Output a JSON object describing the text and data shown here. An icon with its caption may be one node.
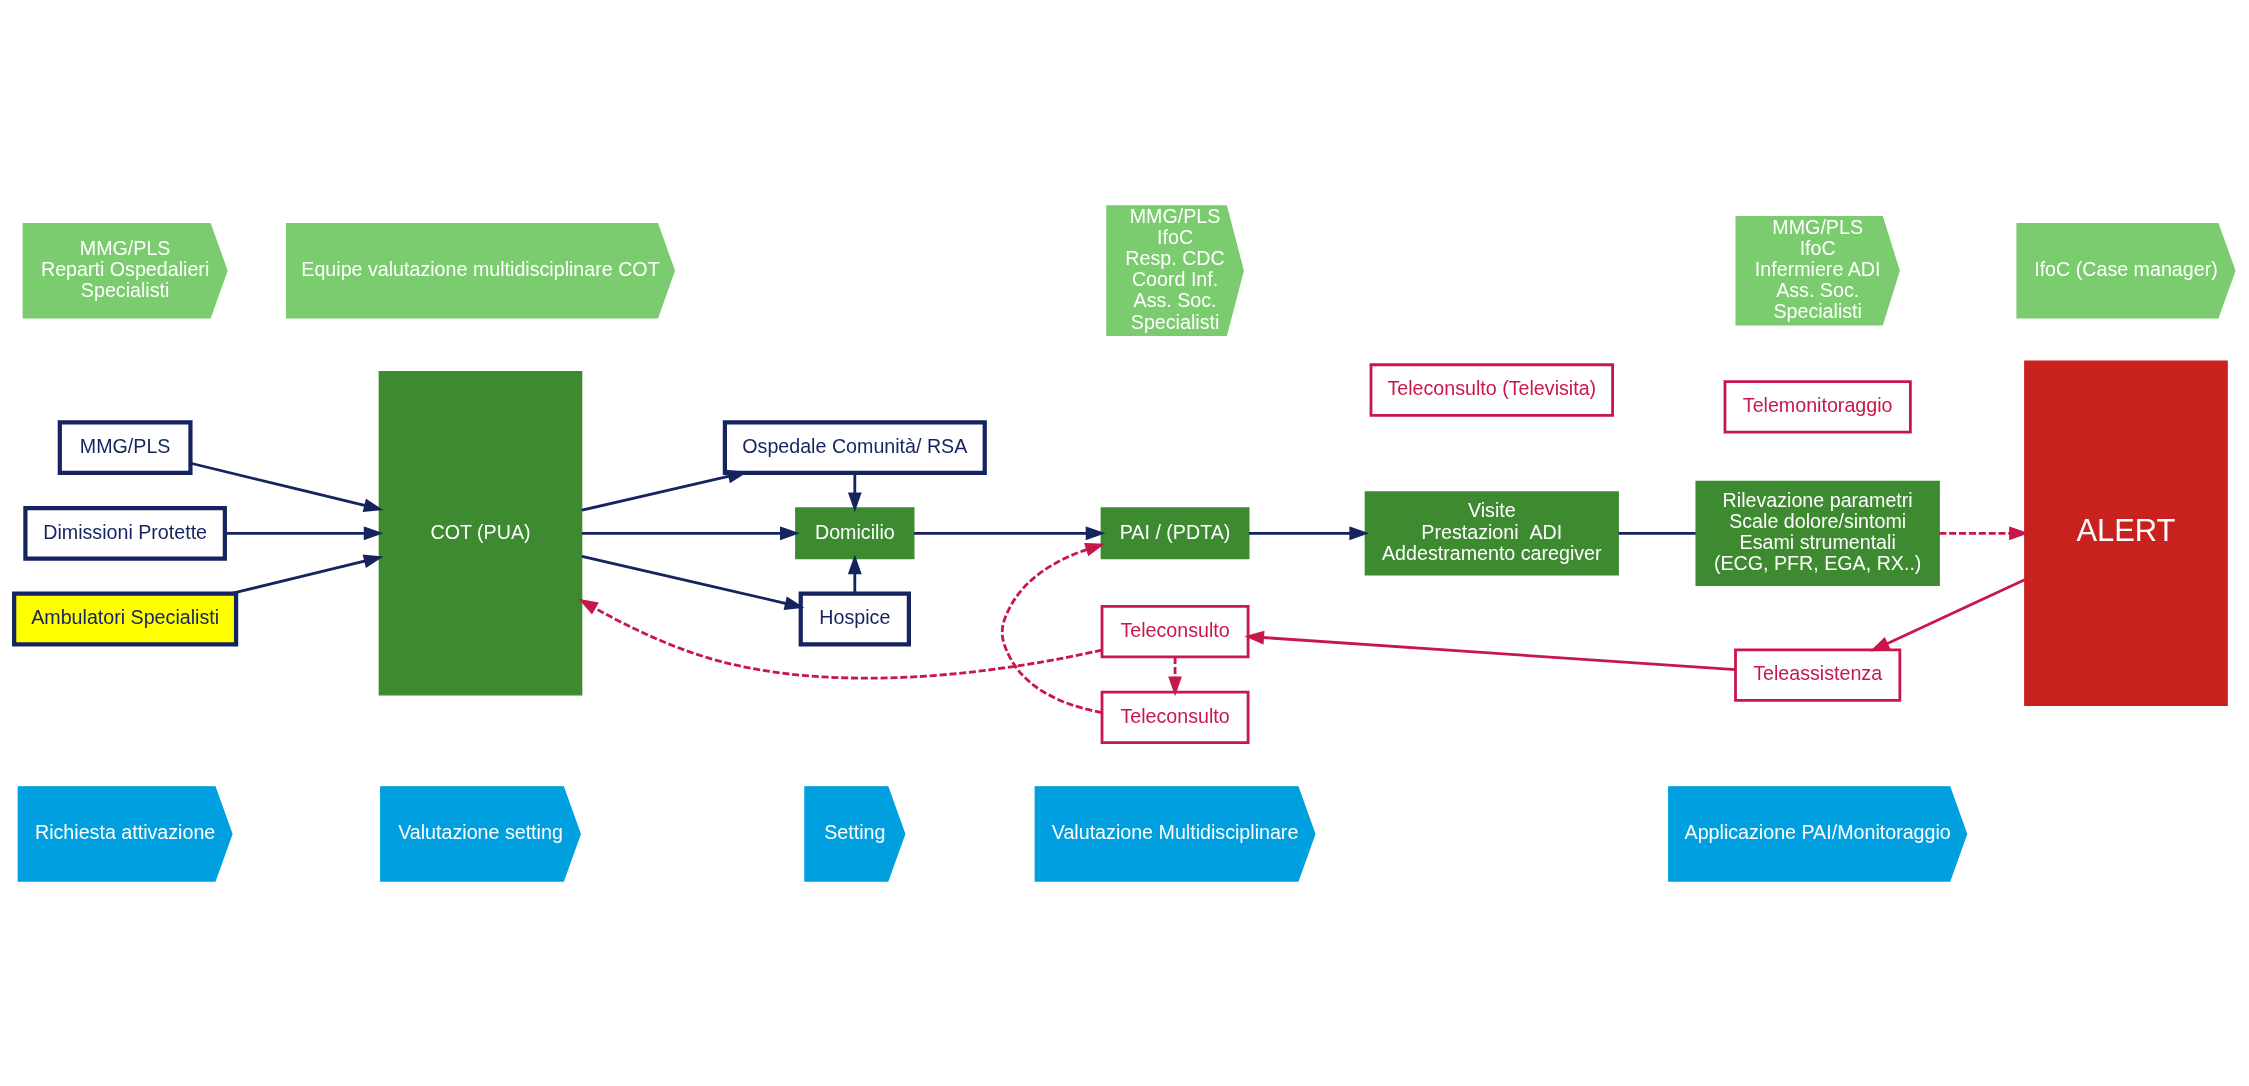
{
  "diagram": {
    "nodes": [
      {
        "text": [
          "Richiesta attivazione"
        ]
      },
      {
        "text": [
          "Valutazione setting"
        ]
      },
      {
        "text": [
          "Setting"
        ]
      },
      {
        "text": [
          "Valutazione Multidisciplinare"
        ]
      },
      {
        "text": [
          "Applicazione PAI/Monitoraggio"
        ]
      },
      {
        "text": [
          "MMG/PLS"
        ]
      },
      {
        "text": [
          "Dimissioni Protette"
        ]
      },
      {
        "text": [
          "Ambulatori Specialisti"
        ]
      },
      {
        "text": [
          "COT (PUA)"
        ]
      },
      {
        "text": [
          "Ospedale Comunità/ RSA"
        ]
      },
      {
        "text": [
          "Domicilio"
        ]
      },
      {
        "text": [
          "Hospice"
        ]
      },
      {
        "text": [
          "PAI / (PDTA)"
        ]
      },
      {
        "text": [
          "Visite",
          "Prestazioni  ADI",
          "Addestramento caregiver"
        ]
      },
      {
        "text": [
          "Rilevazione parametri",
          "Scale dolore/sintomi",
          "Esami strumentali",
          "(ECG, PFR, EGA, RX..)"
        ]
      },
      {
        "text": [
          "ALERT"
        ]
      },
      {
        "text": [
          "Teleconsulto"
        ]
      },
      {
        "text": [
          "Teleconsulto (Televisita)"
        ]
      },
      {
        "text": [
          "Telemonitoraggio"
        ]
      },
      {
        "text": [
          "Teleconsulto"
        ]
      },
      {
        "text": [
          "Teleassistenza"
        ]
      },
      {
        "text": [
          "MMG/PLS",
          "Reparti Ospedalieri",
          "Specialisti"
        ]
      },
      {
        "text": [
          "Equipe valutazione multidisciplinare COT"
        ]
      },
      {
        "text": [
          "MMG/PLS",
          "IfoC",
          "Resp. CDC",
          "Coord Inf.",
          "Ass. Soc.",
          "Specialisti"
        ]
      },
      {
        "text": [
          "MMG/PLS",
          "IfoC",
          "Infermiere ADI",
          "Ass. Soc.",
          "Specialisti"
        ]
      },
      {
        "text": [
          "IfoC (Case manager)"
        ]
      }
    ],
    "edges": [
      {
        "from": 5,
        "to": 8,
        "arrow": "to"
      },
      {
        "from": 6,
        "to": 8,
        "arrow": "to"
      },
      {
        "from": 7,
        "to": 8,
        "arrow": "to"
      },
      {
        "from": 8,
        "to": 9,
        "arrow": "to"
      },
      {
        "from": 8,
        "to": 10,
        "arrow": "to"
      },
      {
        "from": 8,
        "to": 11,
        "arrow": "to"
      },
      {
        "from": 9,
        "to": 10,
        "arrow": "to"
      },
      {
        "from": 11,
        "to": 10,
        "arrow": "to"
      },
      {
        "from": 10,
        "to": 12,
        "arrow": "to"
      },
      {
        "from": 12,
        "to": 13,
        "arrow": "to"
      },
      {
        "from": 13,
        "to": 14,
        "arrow": "none"
      },
      {
        "from": 14,
        "to": 15,
        "arrow": "to",
        "style": "dashed",
        "color": "#c8174a"
      },
      {
        "from": 15,
        "to": 20,
        "arrow": "to",
        "color": "#c8174a"
      },
      {
        "from": 20,
        "to": 19,
        "arrow": "to",
        "color": "#c8174a"
      },
      {
        "from": 19,
        "to": 8,
        "arrow": "to",
        "style": "dashed",
        "color": "#c8174a"
      },
      {
        "from": 19,
        "to": 16,
        "arrow": "to",
        "style": "dashed",
        "color": "#c8174a"
      },
      {
        "from": 16,
        "to": 12,
        "arrow": "to",
        "style": "dashed",
        "color": "#c8174a"
      }
    ]
  }
}
